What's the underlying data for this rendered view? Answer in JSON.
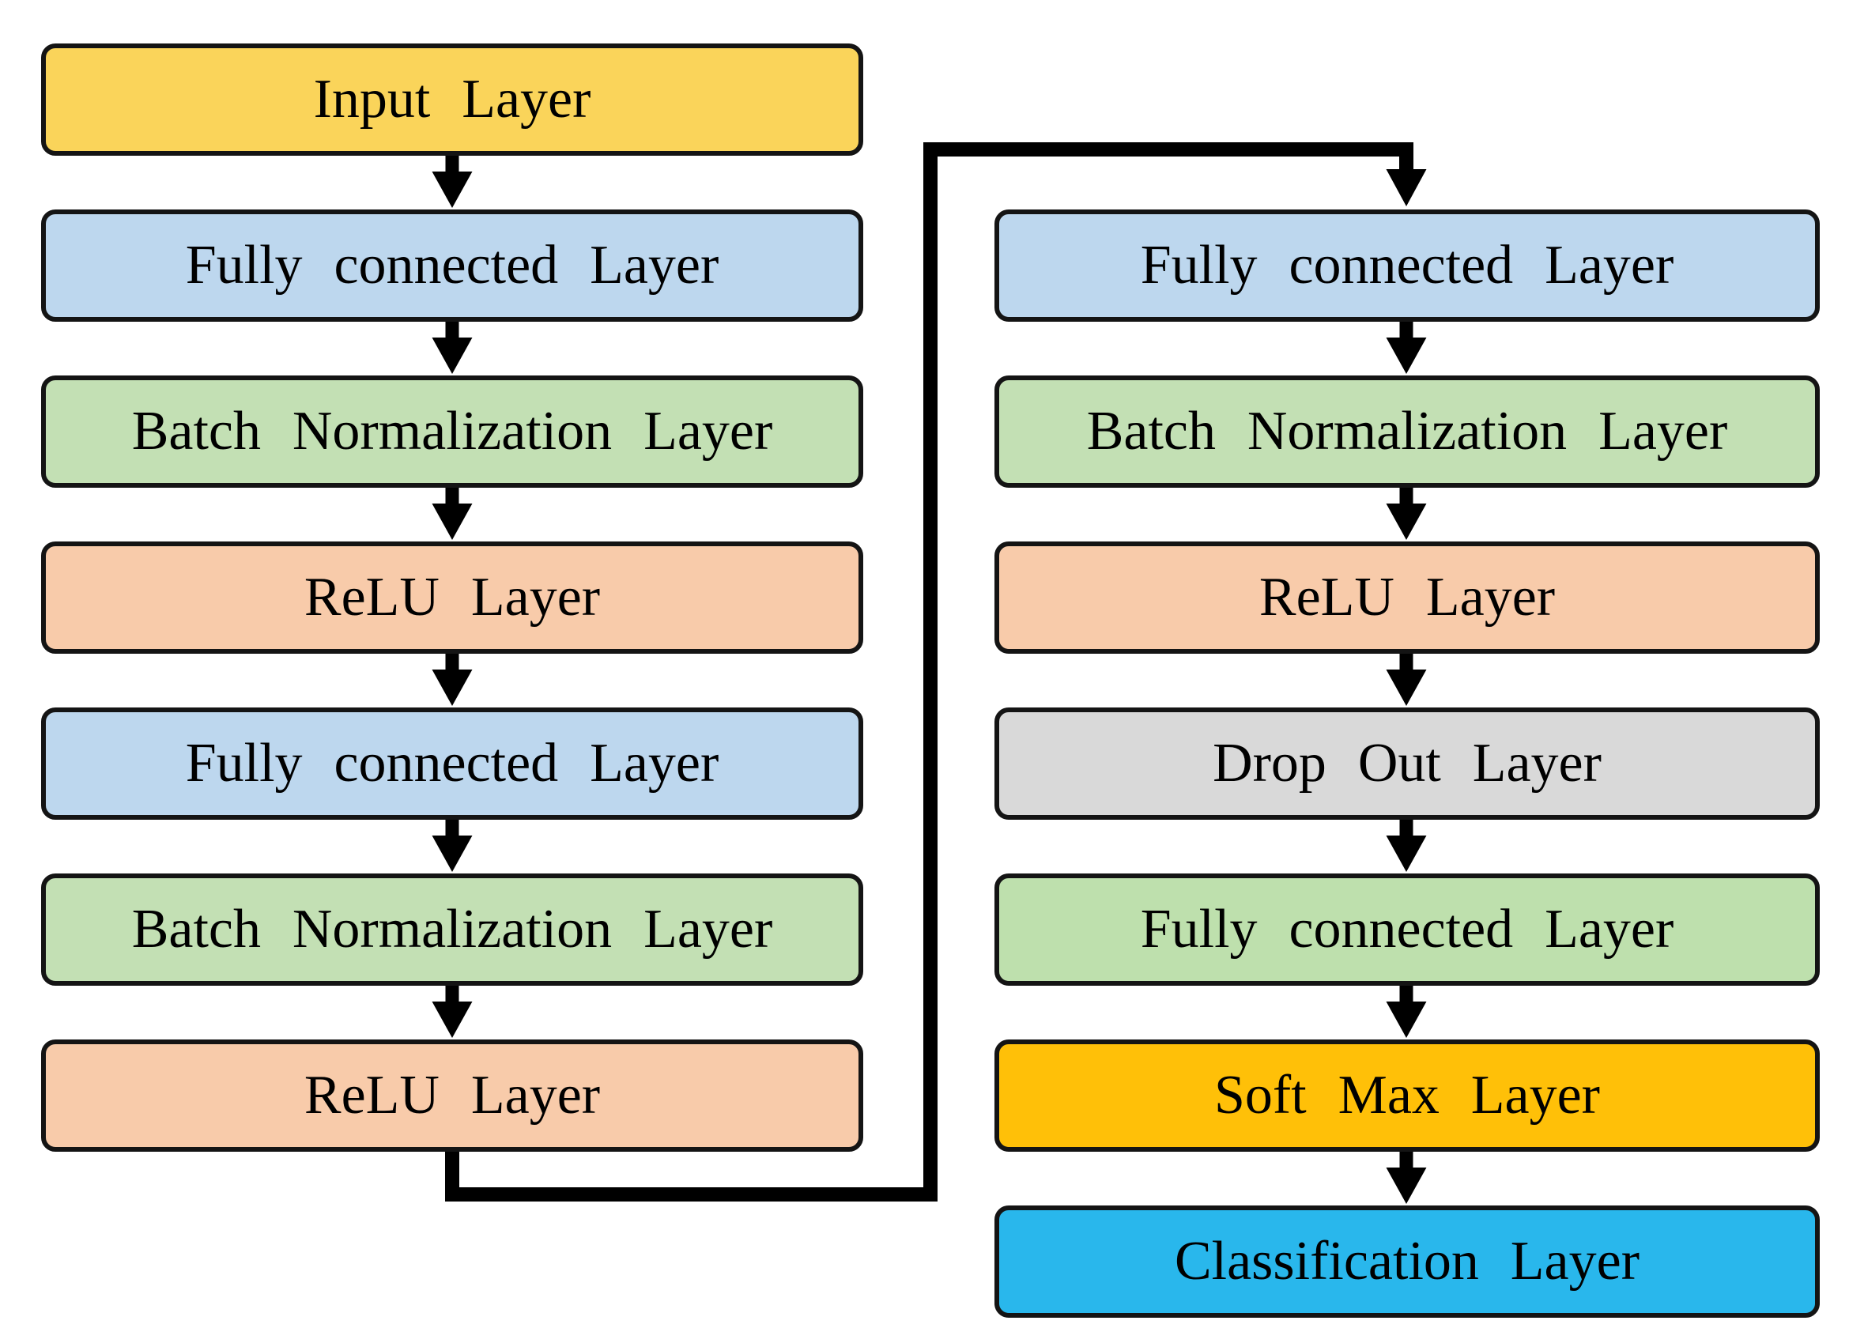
{
  "diagram": {
    "type": "flowchart",
    "background": "#ffffff",
    "border_color": "#141414",
    "arrow_color": "#000000",
    "left_column": {
      "boxes": [
        {
          "label": "Input Layer",
          "fill": "#FAD45A"
        },
        {
          "label": "Fully connected Layer",
          "fill": "#BDD7EE"
        },
        {
          "label": "Batch Normalization Layer",
          "fill": "#C3E0B4"
        },
        {
          "label": "ReLU Layer",
          "fill": "#F8CBAA"
        },
        {
          "label": "Fully connected Layer",
          "fill": "#BDD7EE"
        },
        {
          "label": "Batch Normalization Layer",
          "fill": "#C3E0B4"
        },
        {
          "label": "ReLU Layer",
          "fill": "#F8CBAA"
        }
      ]
    },
    "right_column": {
      "boxes": [
        {
          "label": "Fully connected Layer",
          "fill": "#BDD7EE"
        },
        {
          "label": "Batch Normalization Layer",
          "fill": "#C3E0B4"
        },
        {
          "label": "ReLU Layer",
          "fill": "#F8CBAA"
        },
        {
          "label": "Drop Out Layer",
          "fill": "#D9D9D9"
        },
        {
          "label": "Fully connected Layer",
          "fill": "#BEE0AD"
        },
        {
          "label": "Soft Max Layer",
          "fill": "#FFC008"
        },
        {
          "label": "Classification Layer",
          "fill": "#29B7EC"
        }
      ]
    }
  }
}
